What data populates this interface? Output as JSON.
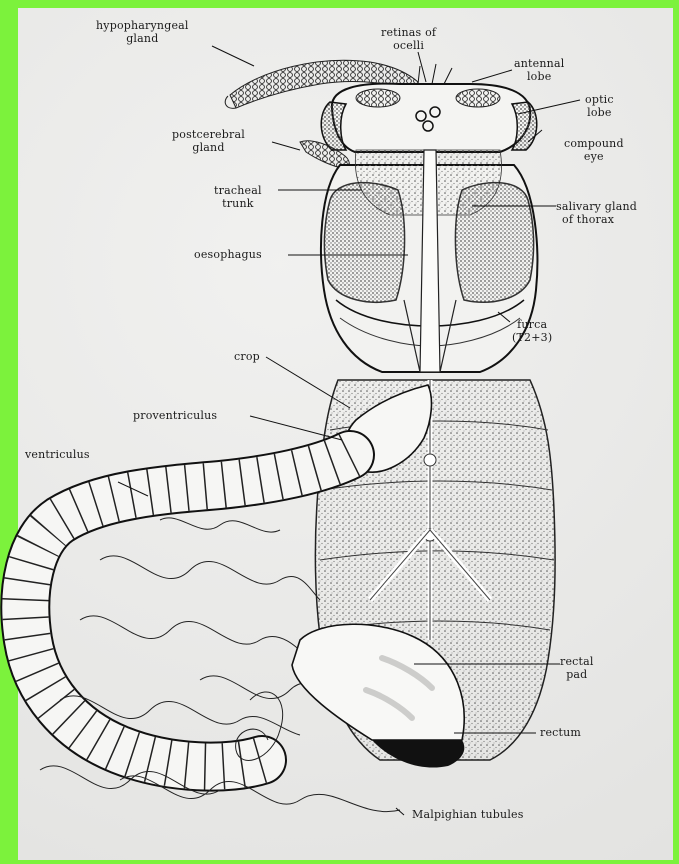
{
  "labels": {
    "hypopharyngeal_gland": [
      "hypopharyngeal",
      "gland"
    ],
    "retinas_of_ocelli": [
      "retinas of",
      "ocelli"
    ],
    "antennal_lobe": [
      "antennal",
      "lobe"
    ],
    "optic_lobe": [
      "optic",
      "lobe"
    ],
    "compound_eye": [
      "compound",
      "eye"
    ],
    "postcerebral_gland": [
      "postcerebral",
      "gland"
    ],
    "tracheal_trunk": [
      "tracheal",
      "trunk"
    ],
    "salivary_gland_of_thorax": [
      "salivary gland",
      "of thorax"
    ],
    "oesophagus": [
      "oesophagus"
    ],
    "furca": [
      "furca",
      "(T2+3)"
    ],
    "crop": [
      "crop"
    ],
    "proventriculus": [
      "proventriculus"
    ],
    "ventriculus": [
      "ventriculus"
    ],
    "rectal_pad": [
      "rectal",
      "pad"
    ],
    "rectum": [
      "rectum"
    ],
    "malpighian_tubules": [
      "Malpighian tubules"
    ]
  },
  "colors": {
    "border": "#7cf23c",
    "paper": "#ececea",
    "ink": "#1a1a1a",
    "stipple": "#6f6f6f"
  }
}
